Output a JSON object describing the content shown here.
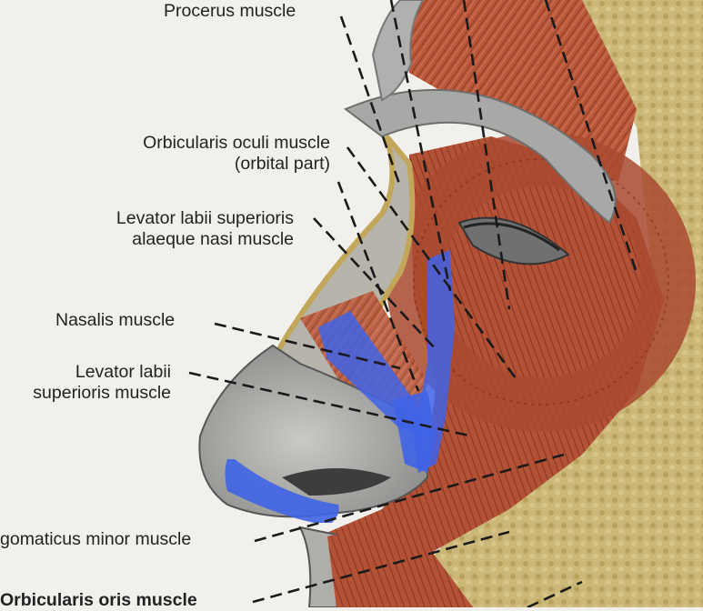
{
  "labels": {
    "procerus": "Procerus muscle",
    "orbicularis_oculi_1": "Orbicularis oculi muscle",
    "orbicularis_oculi_2": "(orbital part)",
    "levator_alaeque_1": "Levator labii superioris",
    "levator_alaeque_2": "alaeque nasi muscle",
    "nasalis": "Nasalis muscle",
    "levator_labii_1": "Levator labii",
    "levator_labii_2": "superioris muscle",
    "zygomaticus_minor": "gomaticus minor muscle",
    "orbicularis_oris": "Orbicularis oris muscle"
  },
  "colors": {
    "background": "#f1f0ec",
    "muscle": "#b9583a",
    "muscle_dark": "#7d2f1d",
    "skin_gray": "#a4a4a2",
    "fat_yellow": "#c9b36a",
    "highlight_blue": "#3f63e6",
    "leader_line": "#1a1a1a"
  }
}
